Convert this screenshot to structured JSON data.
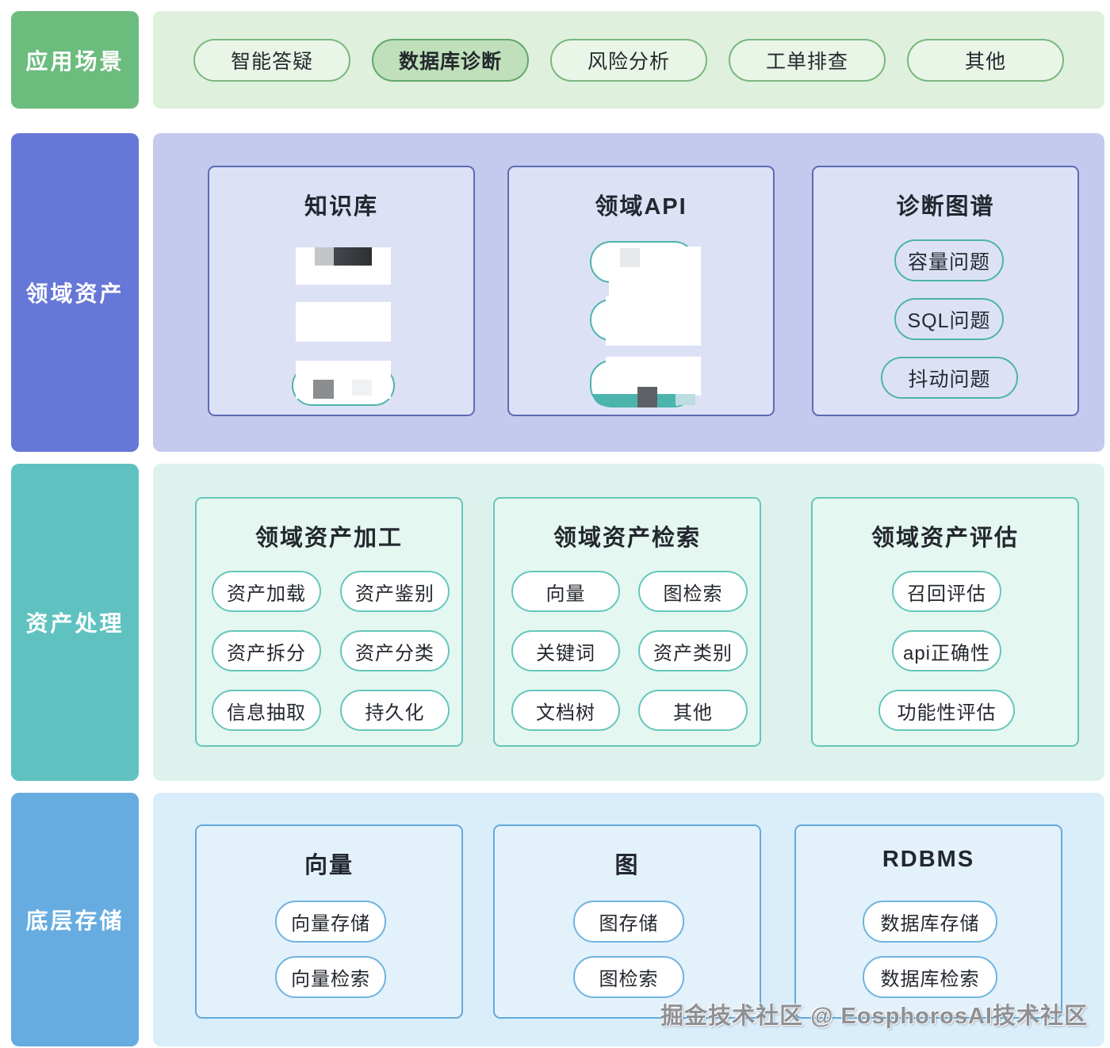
{
  "watermark": "掘金技术社区 @ EosphorosAI技术社区",
  "rows": [
    {
      "label": "应用场景",
      "pills": [
        {
          "label": "智能答疑",
          "selected": false
        },
        {
          "label": "数据库诊断",
          "selected": true
        },
        {
          "label": "风险分析",
          "selected": false
        },
        {
          "label": "工单排查",
          "selected": false
        },
        {
          "label": "其他",
          "selected": false
        }
      ],
      "colors": {
        "sidebar": "#6cbc7e",
        "panel": "#dff0dd",
        "pill_border": "#79b77e",
        "selected_pill_bg": "#bfe0ba"
      }
    },
    {
      "label": "领域资产",
      "cards": [
        {
          "title": "知识库",
          "content": "three redacted logo images"
        },
        {
          "title": "领域API",
          "content": "three redacted pills"
        },
        {
          "title": "诊断图谱",
          "pills": [
            "容量问题",
            "SQL问题",
            "抖动问题"
          ]
        }
      ],
      "colors": {
        "sidebar": "#6677d8",
        "panel": "#c4caed",
        "card_bg": "#dde1f6",
        "card_border": "#5d6ab3",
        "pill_border": "#4db4aa"
      }
    },
    {
      "label": "资产处理",
      "cards": [
        {
          "title": "领域资产加工",
          "pills": [
            "资产加载",
            "资产鉴别",
            "资产拆分",
            "资产分类",
            "信息抽取",
            "持久化"
          ]
        },
        {
          "title": "领域资产检索",
          "pills": [
            "向量",
            "图检索",
            "关键词",
            "资产类别",
            "文档树",
            "其他"
          ]
        },
        {
          "title": "领域资产评估",
          "pills": [
            "召回评估",
            "api正确性",
            "功能性评估"
          ]
        }
      ],
      "colors": {
        "sidebar": "#60c2c0",
        "panel": "#ddf2ec",
        "card_bg": "#e4f7f0",
        "card_border": "#68c5bc",
        "pill_border": "#66c6bd"
      }
    },
    {
      "label": "底层存储",
      "cards": [
        {
          "title": "向量",
          "pills": [
            "向量存储",
            "向量检索"
          ],
          "highlighted": false
        },
        {
          "title": "图",
          "pills": [
            "图存储",
            "图检索"
          ],
          "highlighted": true
        },
        {
          "title": "RDBMS",
          "pills": [
            "数据库存储",
            "数据库检索"
          ],
          "highlighted": false
        }
      ],
      "colors": {
        "sidebar": "#67ace0",
        "panel": "#daedfa",
        "card_bg": "#e3f1fb",
        "card_border": "#64a9da",
        "highlight_card_bg": "#c6e1f4",
        "pill_border": "#6fb3e0"
      }
    }
  ]
}
